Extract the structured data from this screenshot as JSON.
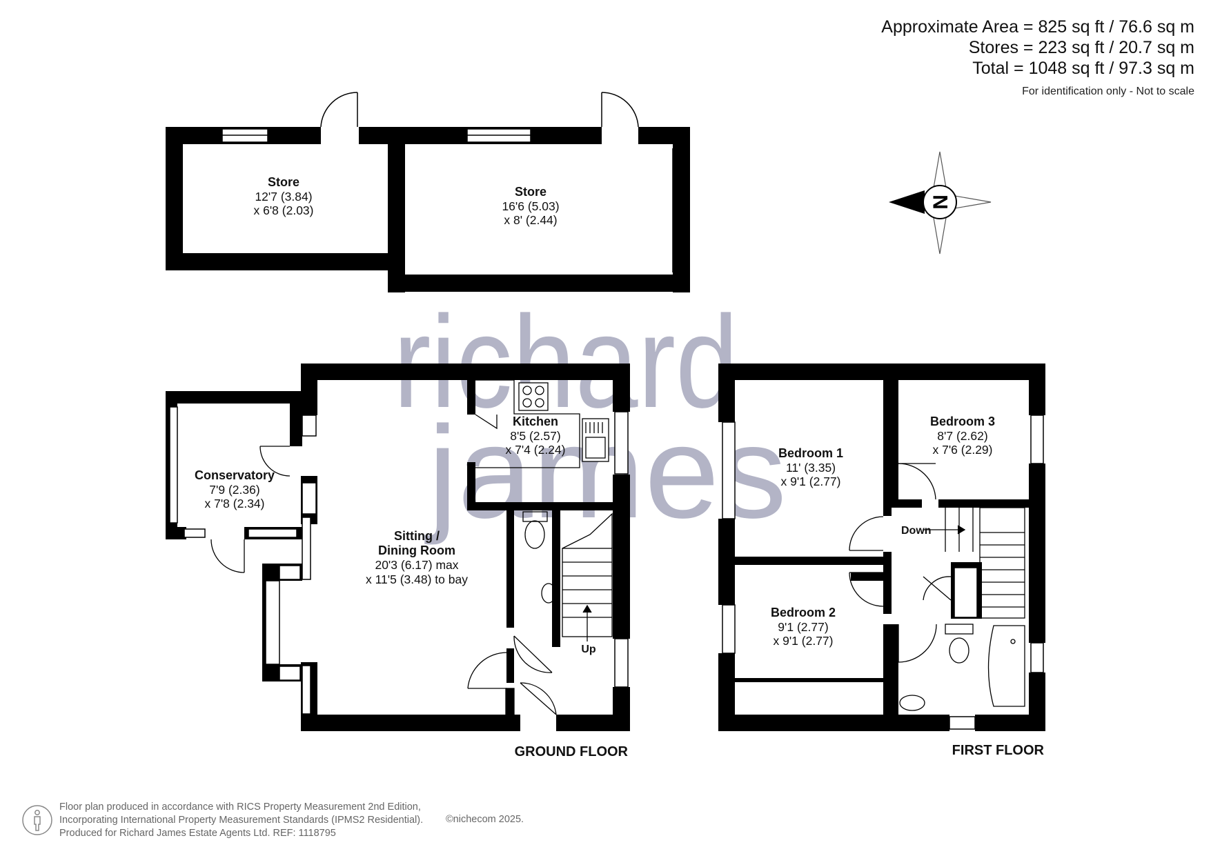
{
  "area": {
    "approximate": "Approximate Area = 825 sq ft / 76.6 sq m",
    "stores": "Stores = 223 sq ft / 20.7 sq m",
    "total": "Total = 1048 sq ft / 97.3 sq m",
    "note": "For identification only - Not to scale"
  },
  "compass": {
    "letter": "N"
  },
  "watermark": {
    "line1": "richard",
    "line2": "james"
  },
  "rooms": {
    "store1": {
      "name": "Store",
      "dim1": "12'7 (3.84)",
      "dim2": "x 6'8 (2.03)"
    },
    "store2": {
      "name": "Store",
      "dim1": "16'6 (5.03)",
      "dim2": "x 8' (2.44)"
    },
    "conservatory": {
      "name": "Conservatory",
      "dim1": "7'9 (2.36)",
      "dim2": "x 7'8 (2.34)"
    },
    "kitchen": {
      "name": "Kitchen",
      "dim1": "8'5 (2.57)",
      "dim2": "x 7'4 (2.24)"
    },
    "sitting": {
      "name1": "Sitting /",
      "name2": "Dining Room",
      "dim1": "20'3 (6.17) max",
      "dim2": "x 11'5 (3.48) to bay"
    },
    "bedroom1": {
      "name": "Bedroom 1",
      "dim1": "11' (3.35)",
      "dim2": "x 9'1 (2.77)"
    },
    "bedroom2": {
      "name": "Bedroom 2",
      "dim1": "9'1 (2.77)",
      "dim2": "x 9'1 (2.77)"
    },
    "bedroom3": {
      "name": "Bedroom 3",
      "dim1": "8'7 (2.62)",
      "dim2": "x 7'6 (2.29)"
    }
  },
  "stairs": {
    "up": "Up",
    "down": "Down"
  },
  "floors": {
    "ground": "GROUND FLOOR",
    "first": "FIRST FLOOR"
  },
  "footer": {
    "line1": "Floor plan produced in accordance with RICS Property Measurement 2nd Edition,",
    "line2": "Incorporating International Property Measurement Standards (IPMS2 Residential).",
    "line3": "Produced for Richard James Estate Agents Ltd.   REF: 1118795",
    "copyright": "©nichecom 2025."
  },
  "colors": {
    "wall": "#000000",
    "watermark": "#4b4f7a",
    "footer_text": "#666666"
  }
}
